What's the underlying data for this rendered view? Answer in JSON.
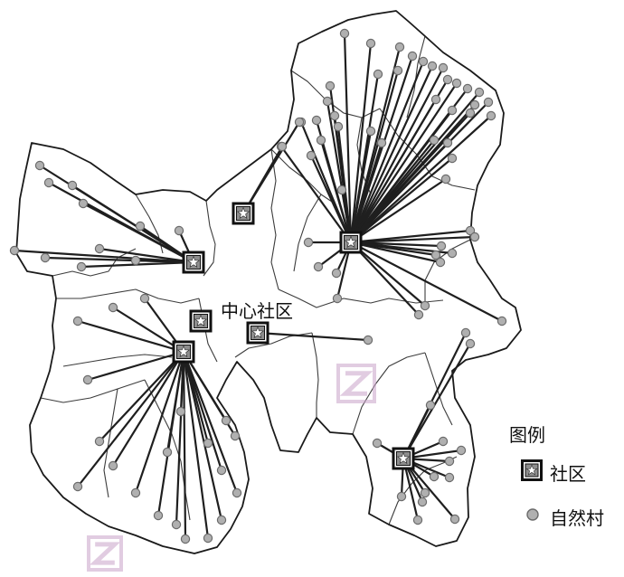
{
  "labels": {
    "center_community": "中心社区"
  },
  "legend": {
    "title": "图例",
    "community": "社区",
    "village": "自然村"
  },
  "colors": {
    "boundary": "#1a1a1a",
    "link": "#1f1f1f",
    "village_fill": "#b0b0b0",
    "village_stroke": "#6b6b6b",
    "community_frame": "#111111",
    "watermark": "#c9a3c9"
  },
  "icons": {
    "community": "star-in-square-icon",
    "village": "grey-dot-icon",
    "watermark": "z-logo-icon"
  }
}
